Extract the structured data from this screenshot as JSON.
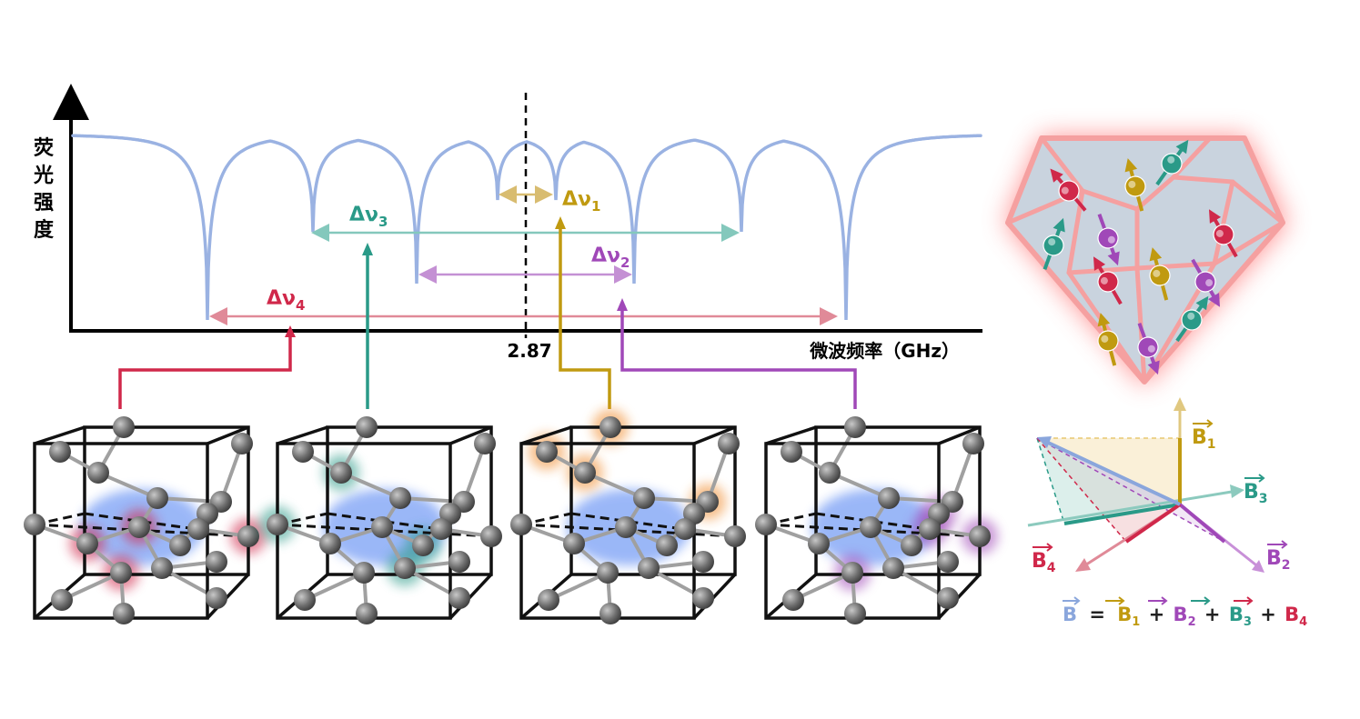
{
  "odmr": {
    "y_label_chars": [
      "荧",
      "光",
      "强",
      "度"
    ],
    "x_label": "微波频率（GHz）",
    "center_tick": "2.87",
    "splittings": [
      {
        "main": "Δν",
        "sub": "1",
        "color": "#c09a10"
      },
      {
        "main": "Δν",
        "sub": "2",
        "color": "#a048b8"
      },
      {
        "main": "Δν",
        "sub": "3",
        "color": "#2a9a88"
      },
      {
        "main": "Δν",
        "sub": "4",
        "color": "#d0284a"
      }
    ],
    "curve_color": "#9ab2e2"
  },
  "vectors": {
    "labels": [
      {
        "main": "B",
        "sub": "1",
        "color": "#c09a10"
      },
      {
        "main": "B",
        "sub": "3",
        "color": "#2a9a88"
      },
      {
        "main": "B",
        "sub": "2",
        "color": "#a048b8"
      },
      {
        "main": "B",
        "sub": "4",
        "color": "#d0284a"
      }
    ],
    "equation": {
      "lhs": "B",
      "eq": "=",
      "plus": "+",
      "terms": [
        {
          "main": "B",
          "sub": "1",
          "color": "#c09a10"
        },
        {
          "main": "B",
          "sub": "2",
          "color": "#a048b8"
        },
        {
          "main": "B",
          "sub": "3",
          "color": "#2a9a88"
        },
        {
          "main": "B",
          "sub": "4",
          "color": "#d0284a"
        }
      ],
      "lhs_color": "#8aa6dc"
    }
  },
  "colors": {
    "nv1": "#c09a10",
    "nv2": "#a048b8",
    "nv3": "#2a9a88",
    "nv4": "#d0284a",
    "lattice_atom": "#7a7a7a",
    "diamond_fill": "#c9d3de",
    "diamond_glow": "#ff6f6f"
  }
}
